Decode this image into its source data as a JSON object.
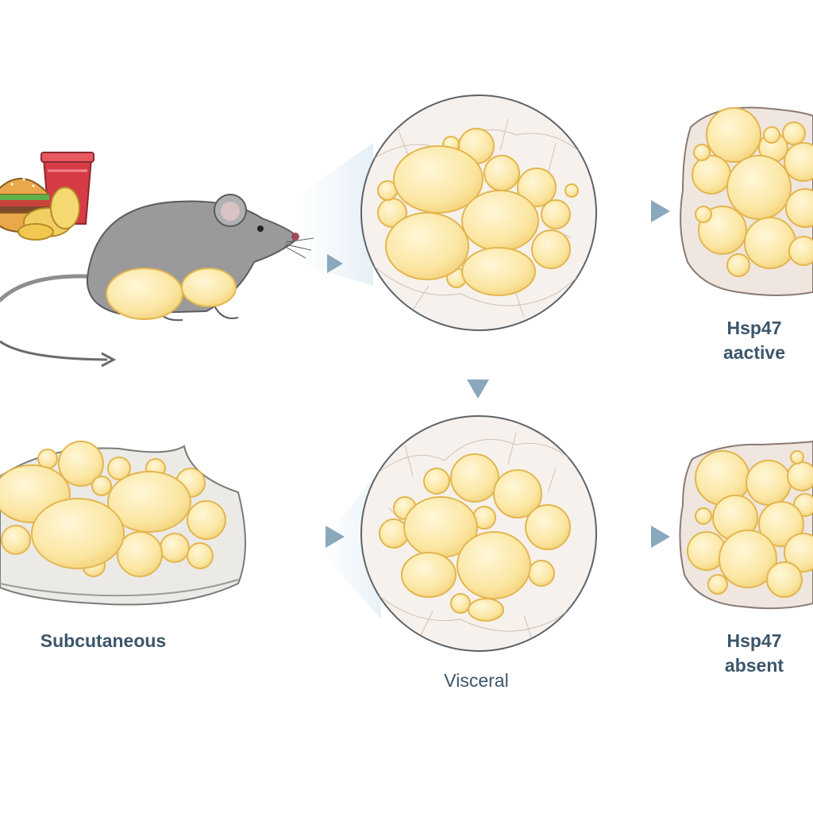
{
  "labels": {
    "hsp47_active": [
      "Hsp47",
      "aactive"
    ],
    "hsp47_absent": [
      "Hsp47",
      "absent"
    ],
    "subcutaneous": "Subcutaneous",
    "visceral": "Visceral"
  },
  "icons": [
    "burger-icon",
    "drink-cup-icon",
    "chips-icon",
    "mouse-icon",
    "arrow-icon"
  ],
  "colors": {
    "adipocyte_fill": "#fbe6a2",
    "adipocyte_stroke": "#e3b64f",
    "arrow": "#9bb4c6",
    "mouse": "#9a9a9c",
    "label": "#3b566b"
  }
}
